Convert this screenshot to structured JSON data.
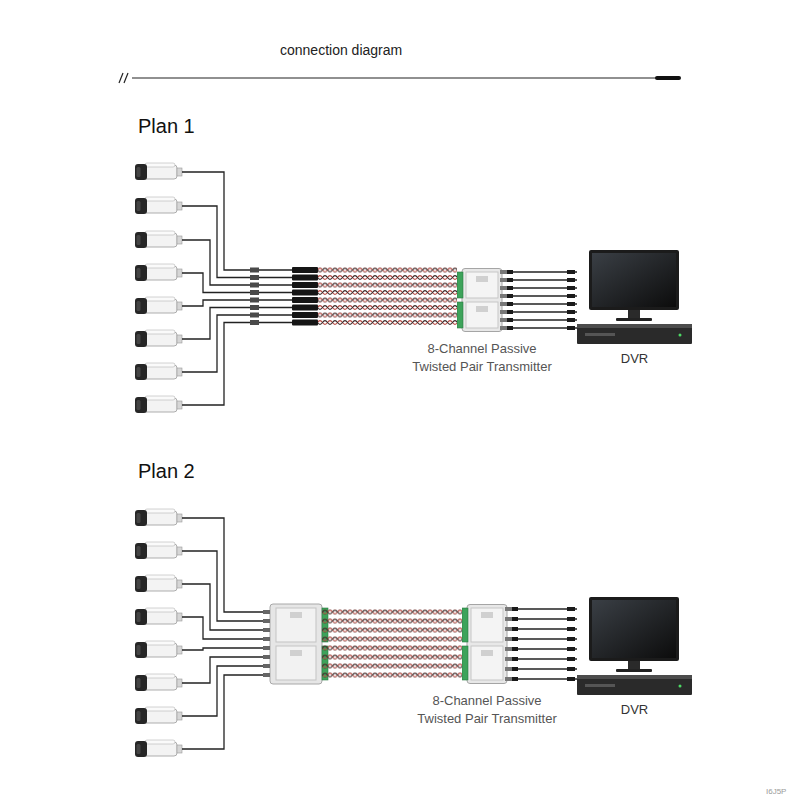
{
  "diagram": {
    "title": "connection diagram",
    "nodes": [
      {
        "text": [
          "8-Channel Passive Twisted Pair Transmitter"
        ]
      },
      {
        "text": [
          "DVR"
        ]
      },
      {
        "text": [
          "8-Channel Passive Twisted Pair Transmitter"
        ]
      },
      {
        "text": [
          "DVR"
        ]
      }
    ],
    "edges": [
      {
        "from": 0,
        "to": 1,
        "arrow": "none"
      },
      {
        "from": 2,
        "to": 3,
        "arrow": "none"
      }
    ],
    "labels": [
      "Plan 1",
      "Plan 2",
      "I6J5P"
    ]
  }
}
